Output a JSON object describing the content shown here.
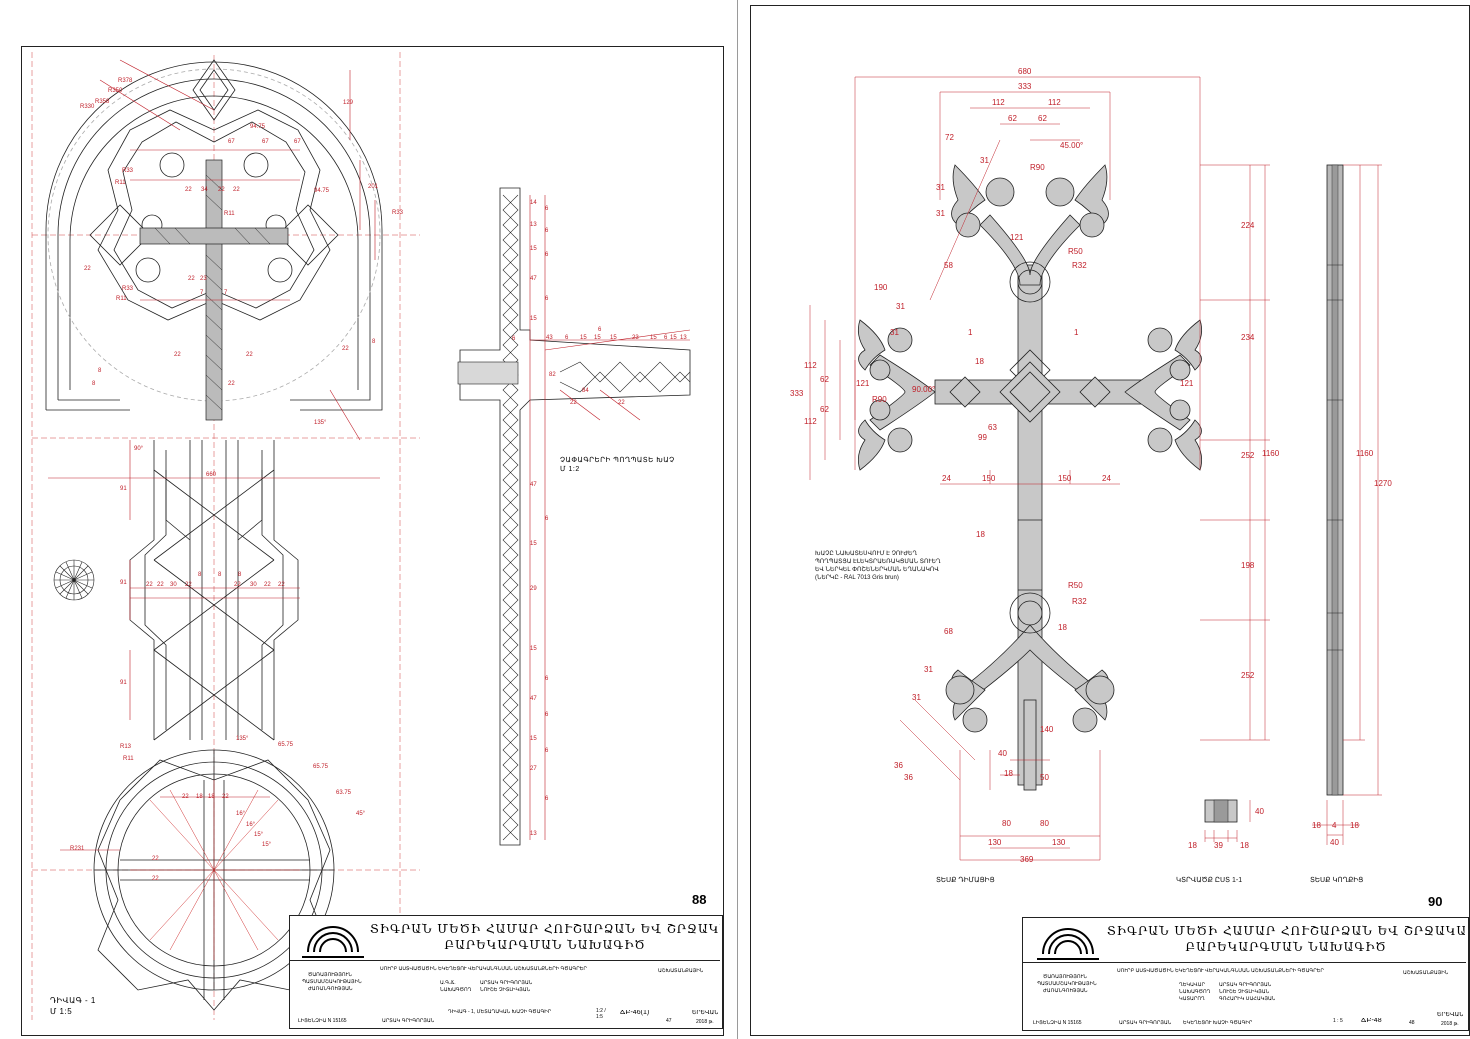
{
  "left_sheet": {
    "page_number": "88",
    "section_caption": "ՉԱՓԱԳՐԵՐԻ ՊՈՂՊԱՏԵ ԽԱՉ",
    "section_scale": "Մ 1:2",
    "drawing_caption": "ԴԻՎԱԳ - 1",
    "drawing_scale": "Մ 1:5",
    "dims": {
      "top": [
        "R378",
        "R350",
        "R358",
        "R330",
        "129",
        "94.75",
        "67",
        "67",
        "67",
        "R33",
        "R11",
        "201",
        "94.75",
        "34",
        "22",
        "22",
        "22",
        "R11",
        "R33",
        "R33",
        "R11",
        "22",
        "23",
        "7",
        "7",
        "22",
        "8",
        "8",
        "22",
        "22",
        "22",
        "22",
        "8",
        "135°",
        "90°",
        "660",
        "91",
        "91",
        "91",
        "22",
        "22",
        "30",
        "22",
        "8",
        "8",
        "8",
        "22",
        "30",
        "22",
        "22"
      ],
      "bottom": [
        "R13",
        "R11",
        "135°",
        "65.75",
        "65.75",
        "45°",
        "63.75",
        "R231",
        "22",
        "18",
        "18",
        "22",
        "16°",
        "16°",
        "15°",
        "15°",
        "22",
        "22"
      ]
    },
    "section_dims": [
      "14",
      "6",
      "13",
      "6",
      "15",
      "6",
      "47",
      "6",
      "15",
      "6",
      "43",
      "6",
      "15",
      "15",
      "6",
      "15",
      "23",
      "15",
      "6",
      "15",
      "13",
      "82",
      "84",
      "22",
      "22",
      "47",
      "6",
      "15",
      "29",
      "15",
      "6",
      "47",
      "6",
      "15",
      "6",
      "13",
      "27",
      "6"
    ]
  },
  "right_sheet": {
    "page_number": "90",
    "dims_top": [
      "680",
      "333",
      "112",
      "112",
      "62",
      "62",
      "45.00°",
      "72",
      "31",
      "R90",
      "31",
      "31",
      "121",
      "R50",
      "R32",
      "58",
      "224",
      "190",
      "31",
      "31",
      "234",
      "121",
      "62",
      "62",
      "112",
      "112",
      "333",
      "121",
      "R90",
      "90.00°",
      "1",
      "1",
      "18",
      "63",
      "99",
      "24",
      "150",
      "150",
      "24",
      "252",
      "1160",
      "18",
      "198",
      "R50",
      "R32",
      "68",
      "18",
      "252",
      "31",
      "31",
      "140",
      "36",
      "36",
      "40",
      "18",
      "50",
      "80",
      "80",
      "130",
      "130",
      "369"
    ],
    "section_dims": [
      "40",
      "18",
      "39",
      "18"
    ],
    "side_dims": [
      "1160",
      "1270",
      "18",
      "4",
      "18",
      "40"
    ],
    "note_lines": [
      "ԽԱՉԸ ՆԱԽԱՏԵՍՎՈՒՄ Է ՉՈՒԺԵՂ",
      "ՊՈՂՊԱՏՅԱ ԷԼԵԿՏՐԱԵՌԱԿՑՄԱՆ ՏՈՒԵՂ",
      "ԵՎ ՆԵՐԿԵԼ ՓՈՇԵՆԵՐԿՄԱՆ ԵՂԱՆԱԿՈՎ",
      "(ՆԵՐԿԸ - RAL 7013 Gris brun)"
    ],
    "view_captions": [
      "ՏԵՍՔ ԴԻՄԱՑԻՑ",
      "ԿՏՐՎԱԾՔ ԸՍՏ 1-1",
      "ՏԵՍՔ ԿՈՂՔԻՑ"
    ]
  },
  "title_block": {
    "header_line1": "ՏԻԳՐԱՆ ՄԵԾԻ ՀԱՄԱՐ ՀՈՒՇԱՐՁԱՆ ԵՎ ՇՐՋԱԿԱՅՔԻ",
    "header_line2": "ԲԱՐԵԿԱՐԳՄԱՆ ՆԱԽԱԳԻԾ",
    "org_lines": [
      "ԾԱՌԱՅՈՒԹՅՈՒՆ",
      "ՊԱՏՄԱՄՇԱԿՈՒԹԱՅԻՆ",
      "ԺԱՌԱՆԳՈՒԹՅԱՆ"
    ],
    "license": "ԼԻՑԵՆԶԻԱ N 15165",
    "project_name": "ՍՈՒՐԲ ԱՍՏՎԱԾԱԾԻՆ ԵԿԵՂԵՑՈՒ ՎԵՐԱԿԱՆԳՆՄԱՆ ԱՇԽԱՏԱՆՔՆԵՐԻ ԳԾԱԳՐԵՐ",
    "people": [
      "Ա.Գ.Ճ.",
      "ԱՐՏԱԿ ԳՐԻԳՈՐՅԱՆ",
      "ՆԱԽԱԳԾՈՂ",
      "ՆՈՒՇԵ ՉԻՏԼԻԿՅԱՆ"
    ],
    "designer": "ԱՐՏԱԿ ԳՐԻԳՈՐՅԱՆ",
    "right_stage": "ԱՇԽԱՏԱՆՔԱՅԻՆ",
    "left": {
      "sheet_title": "ԴԻՎԱԳ - 1, ՄԵՏԱՂԱԿԱՆ ԽԱՉԻ ԳԾԱԳԻՐ",
      "scale": "1:2 / 1:5",
      "code": "ՃԲ-46(1)",
      "sheet": "47",
      "city": "ԵՐԵՎԱՆ",
      "year": "2018 թ."
    },
    "right": {
      "sheet_title": "ԵԿԵՂԵՑՈՒ ԽԱՉԻ ԳԾԱԳԻՐ",
      "scale": "1 : 5",
      "code": "ՃԲ-48",
      "sheet": "48",
      "city": "ԵՐԵՎԱՆ",
      "year": "2018 թ.",
      "people": [
        "ՂԵԿԱՎԱՐ",
        "ԱՐՏԱԿ ԳՐԻԳՈՐՅԱՆ",
        "ՆԱԽԱԳԾՈՂ",
        "ՆՈՒՇԵ ՉԻՏԼԻԿՅԱՆ",
        "ԿԱՏԱՐՈՂ",
        "ԳՈՀԱՐԻԿ ՍԱՀԱԿՅԱՆ"
      ]
    }
  },
  "colors": {
    "dimension": "#c0202a",
    "fill": "#c8c8c8",
    "line": "#222222"
  }
}
